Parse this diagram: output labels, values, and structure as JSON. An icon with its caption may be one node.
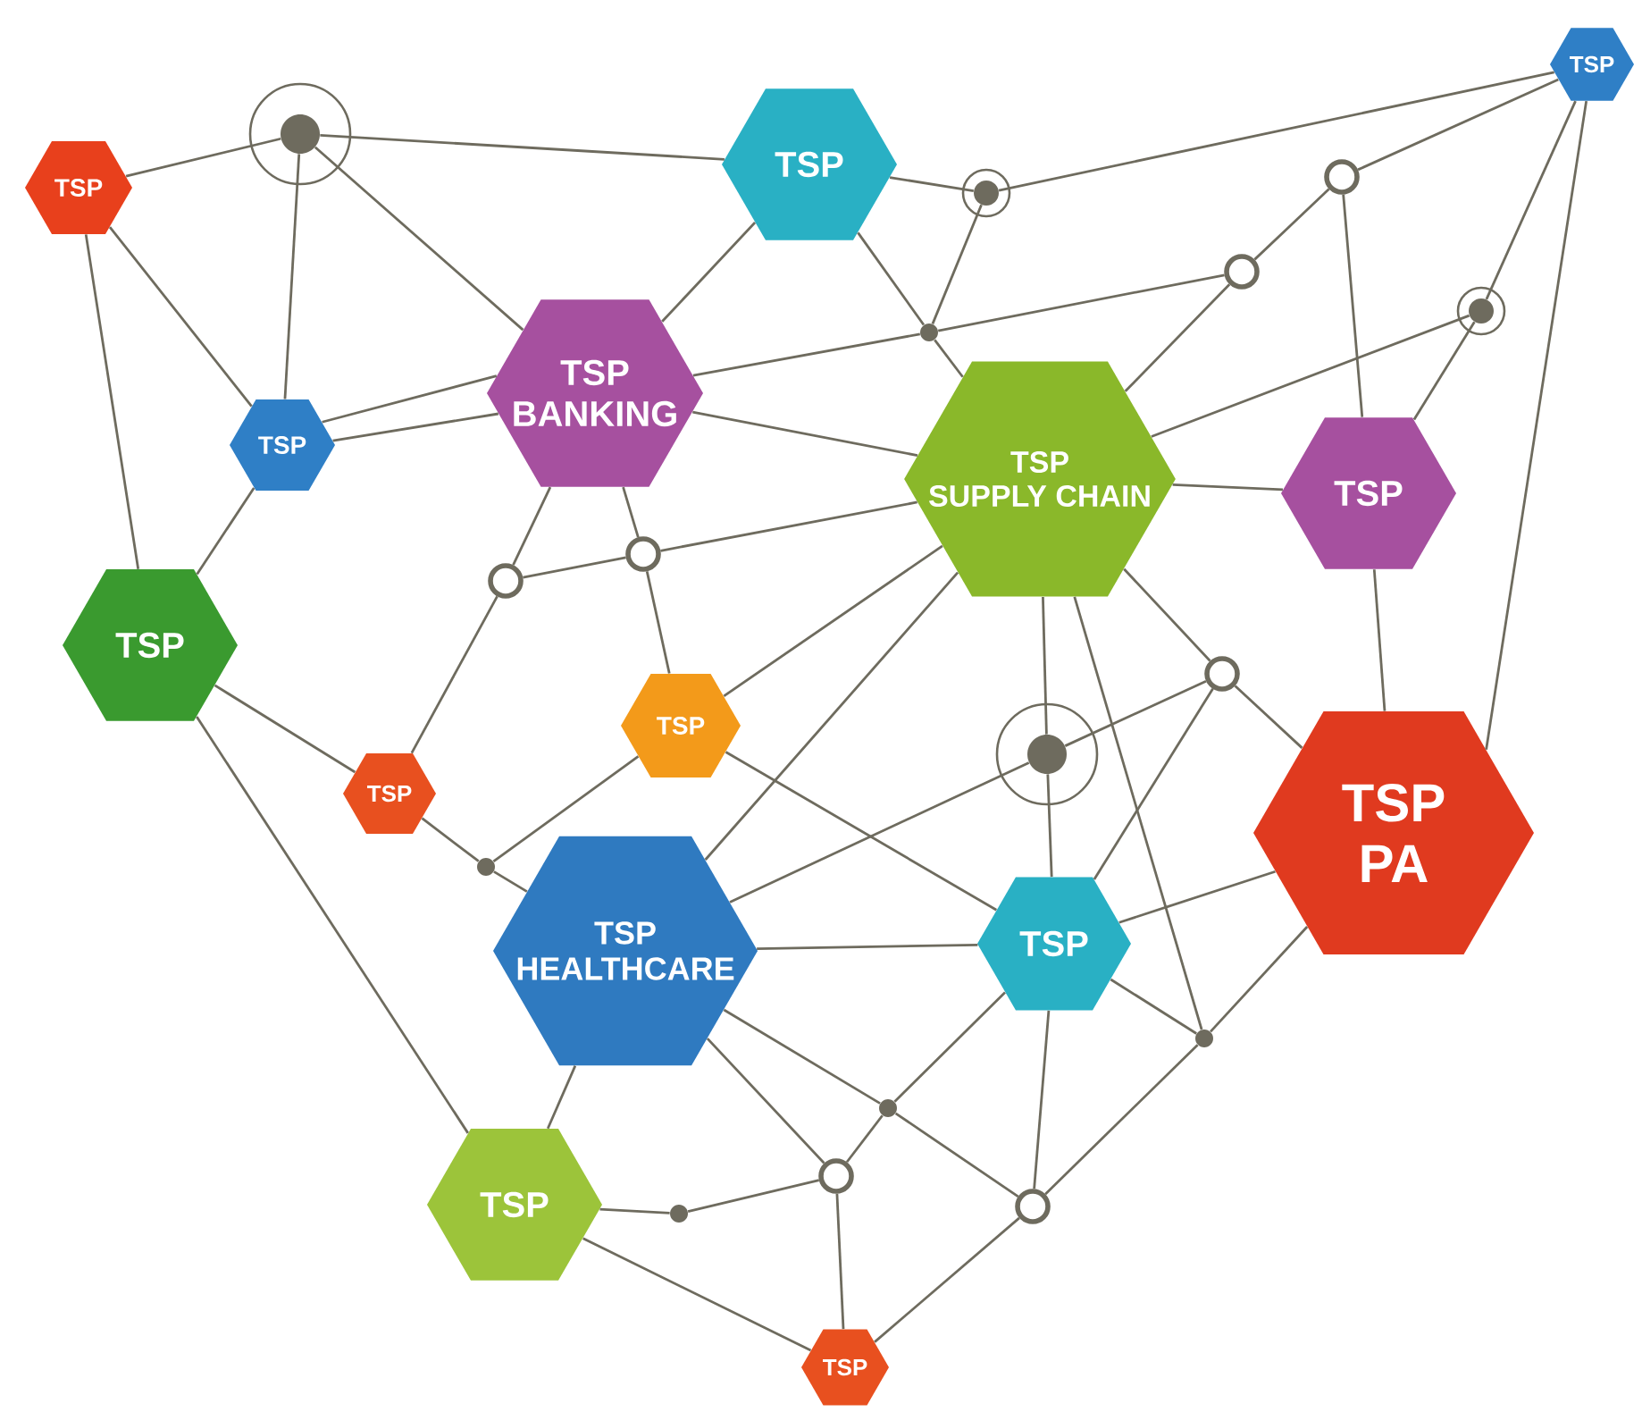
{
  "diagram": {
    "nodes": [
      {
        "text": [
          "TSP"
        ]
      },
      {
        "text": [
          "TSP"
        ]
      },
      {
        "text": [
          "TSP"
        ]
      },
      {
        "text": [
          "TSP"
        ]
      },
      {
        "text": [
          "TSP",
          "BANKING"
        ]
      },
      {
        "text": [
          "TSP",
          "SUPPLY CHAIN"
        ]
      },
      {
        "text": [
          "TSP"
        ]
      },
      {
        "text": [
          "TSP"
        ]
      },
      {
        "text": [
          "TSP"
        ]
      },
      {
        "text": [
          "TSP"
        ]
      },
      {
        "text": [
          "TSP",
          "HEALTHCARE"
        ]
      },
      {
        "text": [
          "TSP"
        ]
      },
      {
        "text": [
          "TSP",
          "PA"
        ]
      },
      {
        "text": [
          "TSP"
        ]
      },
      {
        "text": [
          "TSP"
        ]
      },
      {
        "text": [],
        "shape": "circle"
      },
      {
        "text": [],
        "shape": "circle"
      },
      {
        "text": [],
        "shape": "circle"
      },
      {
        "text": [],
        "shape": "circle"
      },
      {
        "text": [],
        "shape": "circle"
      },
      {
        "text": [],
        "shape": "circle"
      },
      {
        "text": [],
        "shape": "circle"
      },
      {
        "text": [],
        "shape": "circle"
      },
      {
        "text": [],
        "shape": "circle"
      },
      {
        "text": [],
        "shape": "circle"
      },
      {
        "text": [],
        "shape": "circle"
      },
      {
        "text": [],
        "shape": "circle"
      },
      {
        "text": [],
        "shape": "circle"
      },
      {
        "text": [],
        "shape": "circle"
      },
      {
        "text": [],
        "shape": "circle"
      },
      {
        "text": [],
        "shape": "circle"
      }
    ],
    "edges": [
      {
        "from": 15,
        "to": 0,
        "arrow": "none"
      },
      {
        "from": 15,
        "to": 1,
        "arrow": "none"
      },
      {
        "from": 15,
        "to": 3,
        "arrow": "none"
      },
      {
        "from": 15,
        "to": 4,
        "arrow": "none"
      },
      {
        "from": 0,
        "to": 3,
        "arrow": "none"
      },
      {
        "from": 0,
        "to": 7,
        "arrow": "none"
      },
      {
        "from": 3,
        "to": 7,
        "arrow": "none"
      },
      {
        "from": 3,
        "to": 4,
        "arrow": "none"
      },
      {
        "from": 3,
        "to": 4,
        "arrow": "none"
      },
      {
        "from": 1,
        "to": 4,
        "arrow": "none"
      },
      {
        "from": 4,
        "to": 17,
        "arrow": "none"
      },
      {
        "from": 17,
        "to": 19,
        "arrow": "none"
      },
      {
        "from": 4,
        "to": 5,
        "arrow": "none"
      },
      {
        "from": 1,
        "to": 16,
        "arrow": "none"
      },
      {
        "from": 16,
        "to": 2,
        "arrow": "none"
      },
      {
        "from": 16,
        "to": 17,
        "arrow": "none"
      },
      {
        "from": 1,
        "to": 17,
        "arrow": "none"
      },
      {
        "from": 17,
        "to": 5,
        "arrow": "none"
      },
      {
        "from": 19,
        "to": 18,
        "arrow": "none"
      },
      {
        "from": 18,
        "to": 2,
        "arrow": "none"
      },
      {
        "from": 18,
        "to": 6,
        "arrow": "none"
      },
      {
        "from": 19,
        "to": 5,
        "arrow": "none"
      },
      {
        "from": 5,
        "to": 20,
        "arrow": "none"
      },
      {
        "from": 20,
        "to": 2,
        "arrow": "none"
      },
      {
        "from": 20,
        "to": 6,
        "arrow": "none"
      },
      {
        "from": 5,
        "to": 6,
        "arrow": "none"
      },
      {
        "from": 2,
        "to": 12,
        "arrow": "none"
      },
      {
        "from": 6,
        "to": 12,
        "arrow": "none"
      },
      {
        "from": 4,
        "to": 21,
        "arrow": "none"
      },
      {
        "from": 4,
        "to": 22,
        "arrow": "none"
      },
      {
        "from": 21,
        "to": 22,
        "arrow": "none"
      },
      {
        "from": 21,
        "to": 9,
        "arrow": "none"
      },
      {
        "from": 22,
        "to": 5,
        "arrow": "none"
      },
      {
        "from": 22,
        "to": 8,
        "arrow": "none"
      },
      {
        "from": 8,
        "to": 5,
        "arrow": "none"
      },
      {
        "from": 8,
        "to": 25,
        "arrow": "none"
      },
      {
        "from": 9,
        "to": 25,
        "arrow": "none"
      },
      {
        "from": 25,
        "to": 10,
        "arrow": "none"
      },
      {
        "from": 8,
        "to": 11,
        "arrow": "none"
      },
      {
        "from": 10,
        "to": 5,
        "arrow": "none"
      },
      {
        "from": 10,
        "to": 23,
        "arrow": "none"
      },
      {
        "from": 23,
        "to": 24,
        "arrow": "none"
      },
      {
        "from": 10,
        "to": 11,
        "arrow": "none"
      },
      {
        "from": 10,
        "to": 27,
        "arrow": "none"
      },
      {
        "from": 27,
        "to": 30,
        "arrow": "none"
      },
      {
        "from": 10,
        "to": 28,
        "arrow": "none"
      },
      {
        "from": 11,
        "to": 27,
        "arrow": "none"
      },
      {
        "from": 27,
        "to": 28,
        "arrow": "none"
      },
      {
        "from": 13,
        "to": 10,
        "arrow": "none"
      },
      {
        "from": 13,
        "to": 29,
        "arrow": "none"
      },
      {
        "from": 29,
        "to": 28,
        "arrow": "none"
      },
      {
        "from": 13,
        "to": 14,
        "arrow": "none"
      },
      {
        "from": 28,
        "to": 14,
        "arrow": "none"
      },
      {
        "from": 14,
        "to": 30,
        "arrow": "none"
      },
      {
        "from": 30,
        "to": 26,
        "arrow": "none"
      },
      {
        "from": 26,
        "to": 12,
        "arrow": "none"
      },
      {
        "from": 11,
        "to": 26,
        "arrow": "none"
      },
      {
        "from": 11,
        "to": 30,
        "arrow": "none"
      },
      {
        "from": 5,
        "to": 23,
        "arrow": "none"
      },
      {
        "from": 23,
        "to": 11,
        "arrow": "none"
      },
      {
        "from": 5,
        "to": 24,
        "arrow": "none"
      },
      {
        "from": 24,
        "to": 12,
        "arrow": "none"
      },
      {
        "from": 24,
        "to": 11,
        "arrow": "none"
      },
      {
        "from": 5,
        "to": 26,
        "arrow": "none"
      },
      {
        "from": 11,
        "to": 12,
        "arrow": "none"
      },
      {
        "from": 7,
        "to": 9,
        "arrow": "none"
      },
      {
        "from": 7,
        "to": 13,
        "arrow": "none"
      }
    ]
  }
}
